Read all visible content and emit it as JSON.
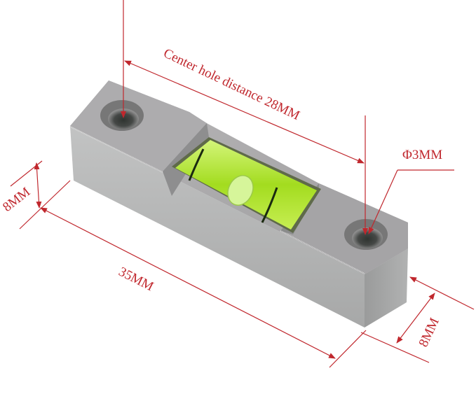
{
  "diagram": {
    "subject": "Mini bubble spirit level",
    "annotation_color": "#c0272d",
    "body_color": "#a9a8a8",
    "vial_color": "#a8e22a",
    "labels": {
      "center_hole_distance": "Center hole distance 28MM",
      "hole_diameter": "Φ3MM",
      "height_left": "8MM",
      "length": "35MM",
      "width_right": "8MM"
    }
  }
}
